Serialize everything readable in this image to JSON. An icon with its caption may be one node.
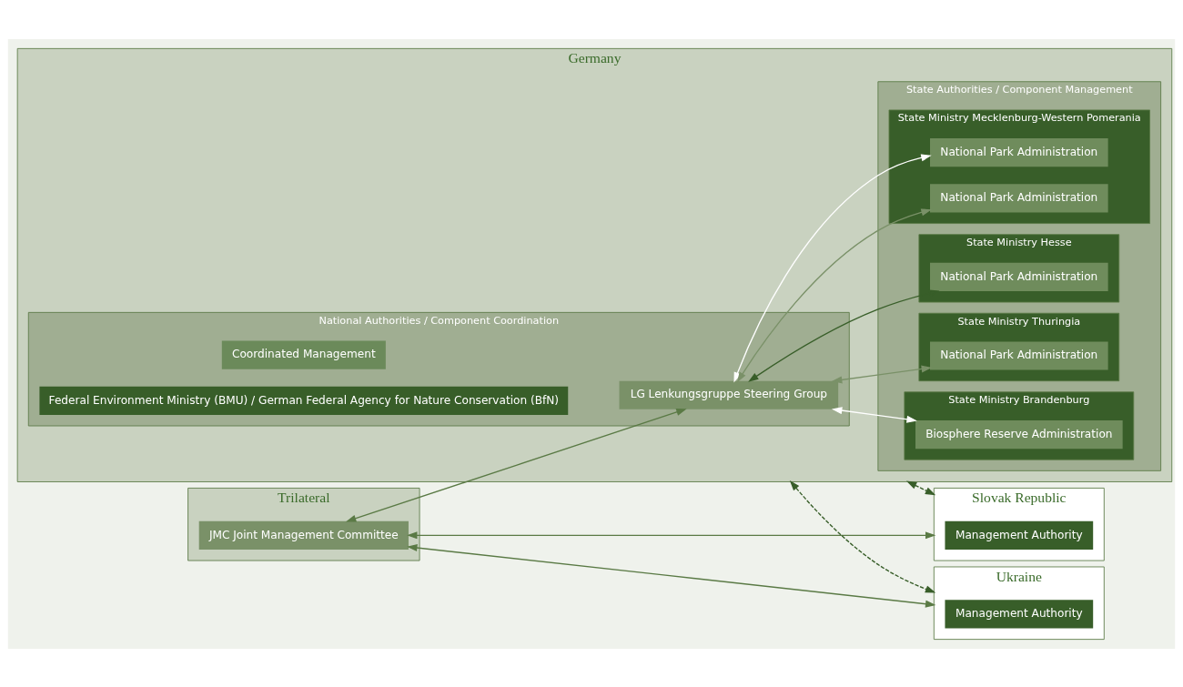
{
  "diagram": {
    "nodes": [
      {
        "text": [
          "Trilateral"
        ]
      },
      {
        "text": [
          "JMC Joint Management Committee"
        ],
        "in": 0
      },
      {
        "text": [
          "Germany"
        ]
      },
      {
        "text": [
          "National Authorities / Component Coordination"
        ],
        "in": 2
      },
      {
        "text": [
          "LG Lenkungsgruppe Steering Group"
        ],
        "in": 3
      },
      {
        "text": [
          "Coordinated Management"
        ],
        "in": 3
      },
      {
        "text": [
          "Federal Environment Ministry (BMU) / German Federal Agency for Nature Conservation (BfN)"
        ],
        "in": 3
      },
      {
        "text": [
          "State Authorities / Component Management"
        ],
        "in": 2
      },
      {
        "text": [
          "State Ministry Mecklenburg-Western Pomerania"
        ],
        "in": 7
      },
      {
        "text": [
          "National Park Administration"
        ],
        "in": 8
      },
      {
        "text": [
          "National Park Administration"
        ],
        "in": 8
      },
      {
        "text": [
          "State Ministry Hesse"
        ],
        "in": 7
      },
      {
        "text": [
          "National Park Administration"
        ],
        "in": 11
      },
      {
        "text": [
          "State Ministry Thuringia"
        ],
        "in": 7
      },
      {
        "text": [
          "National Park Administration"
        ],
        "in": 13
      },
      {
        "text": [
          "State Ministry Brandenburg"
        ],
        "in": 7
      },
      {
        "text": [
          "Biosphere Reserve Administration"
        ],
        "in": 15
      },
      {
        "text": [
          "Ukraine"
        ]
      },
      {
        "text": [
          "Management Authority"
        ],
        "in": 17
      },
      {
        "text": [
          "Slovak Republic"
        ]
      },
      {
        "text": [
          "Management Authority"
        ],
        "in": 19
      }
    ],
    "edges": [
      {
        "from": 1,
        "to": 4,
        "arrow": "both"
      },
      {
        "from": 4,
        "to": 9,
        "arrow": "both",
        "color": "#ffffff"
      },
      {
        "from": 4,
        "to": 10,
        "arrow": "both",
        "color": "#7a9168"
      },
      {
        "from": 4,
        "to": 12,
        "arrow": "both",
        "color": "#385e29"
      },
      {
        "from": 4,
        "to": 14,
        "arrow": "both",
        "color": "#7a9168"
      },
      {
        "from": 4,
        "to": 16,
        "arrow": "both",
        "color": "#ffffff"
      },
      {
        "from": 1,
        "to": 17,
        "arrow": "both"
      },
      {
        "from": 1,
        "to": 19,
        "arrow": "both"
      },
      {
        "from": 2,
        "to": 17,
        "arrow": "both",
        "style": "dashed",
        "color": "#385e29"
      },
      {
        "from": 2,
        "to": 19,
        "arrow": "both",
        "style": "dashed",
        "color": "#385e29"
      }
    ]
  }
}
